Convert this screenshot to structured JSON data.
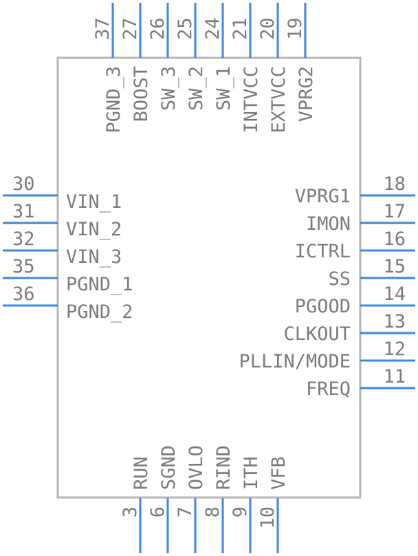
{
  "pins": {
    "top": [
      {
        "number": "37",
        "name": "PGND_3"
      },
      {
        "number": "27",
        "name": "BOOST"
      },
      {
        "number": "26",
        "name": "SW_3"
      },
      {
        "number": "25",
        "name": "SW_2"
      },
      {
        "number": "24",
        "name": "SW_1"
      },
      {
        "number": "21",
        "name": "INTVCC"
      },
      {
        "number": "20",
        "name": "EXTVCC"
      },
      {
        "number": "19",
        "name": "VPRG2"
      }
    ],
    "left": [
      {
        "number": "30",
        "name": "VIN_1"
      },
      {
        "number": "31",
        "name": "VIN_2"
      },
      {
        "number": "32",
        "name": "VIN_3"
      },
      {
        "number": "35",
        "name": "PGND_1"
      },
      {
        "number": "36",
        "name": "PGND_2"
      }
    ],
    "right": [
      {
        "number": "18",
        "name": "VPRG1"
      },
      {
        "number": "17",
        "name": "IMON"
      },
      {
        "number": "16",
        "name": "ICTRL"
      },
      {
        "number": "15",
        "name": "SS"
      },
      {
        "number": "14",
        "name": "PGOOD"
      },
      {
        "number": "13",
        "name": "CLKOUT"
      },
      {
        "number": "12",
        "name": "PLLIN/MODE"
      },
      {
        "number": "11",
        "name": "FREQ"
      }
    ],
    "bottom": [
      {
        "number": "3",
        "name": "RUN"
      },
      {
        "number": "6",
        "name": "SGND"
      },
      {
        "number": "7",
        "name": "OVLO"
      },
      {
        "number": "8",
        "name": "RIND"
      },
      {
        "number": "9",
        "name": "ITH"
      },
      {
        "number": "10",
        "name": "VFB"
      }
    ]
  },
  "colors": {
    "pin": "#3b87e3",
    "outline": "#b5b5b5",
    "text": "#7b7b7b"
  }
}
